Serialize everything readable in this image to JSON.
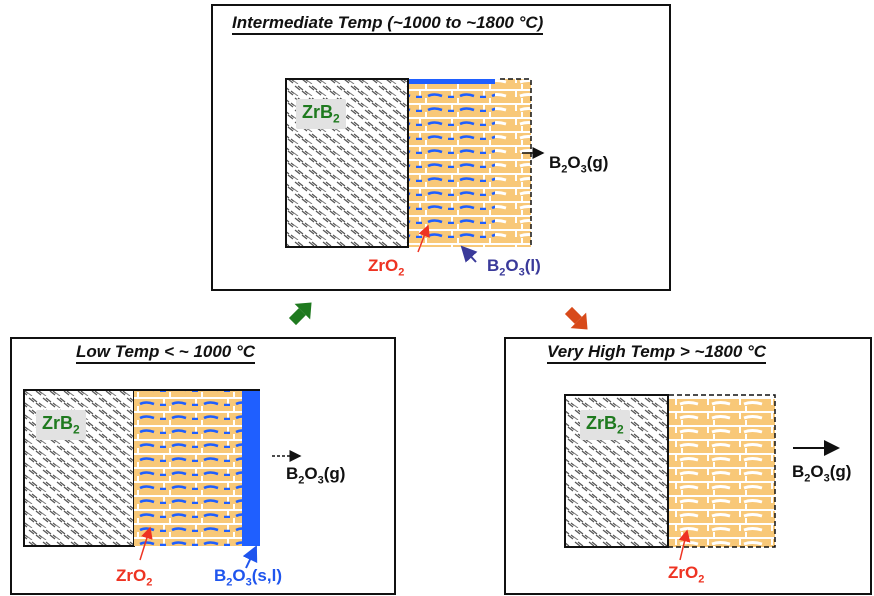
{
  "panels": {
    "intermediate": {
      "title": "Intermediate Temp (~1000 to ~1800 °C)"
    },
    "low": {
      "title": "Low Temp < ~ 1000 °C"
    },
    "very_high": {
      "title": "Very High Temp > ~1800 °C"
    }
  },
  "labels": {
    "zrb2": {
      "base": "ZrB",
      "sub": "2"
    },
    "zro2": {
      "base": "ZrO",
      "sub": "2"
    },
    "b2o3_gas": {
      "b": "B",
      "s1": "2",
      "o": "O",
      "s2": "3",
      "tail": "(g)"
    },
    "b2o3_liquid": {
      "b": "B",
      "s1": "2",
      "o": "O",
      "s2": "3",
      "tail": "(l)"
    },
    "b2o3_solid_liquid": {
      "b": "B",
      "s1": "2",
      "o": "O",
      "s2": "3",
      "tail": "(s,l)"
    }
  },
  "colors": {
    "zrb2_text": "#1f7a1f",
    "zro2_text": "#ee3322",
    "b2o3_layer": "#1f5fff",
    "zro2_layer": "#f8c878",
    "arrow_green": "#1f7a1f",
    "arrow_red": "#d84a1a"
  }
}
